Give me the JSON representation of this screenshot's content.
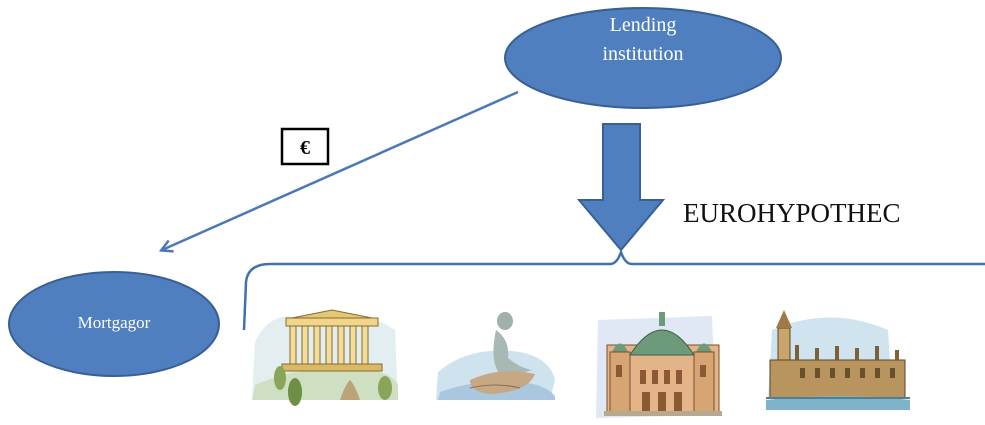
{
  "nodes": {
    "lender": {
      "line1": "Lending",
      "line2": "institution"
    },
    "mortgagor": {
      "label": "Mortgagor"
    }
  },
  "money_symbol": "€",
  "instrument_label": "EUROHYPOTHEC",
  "landmarks": [
    {
      "icon": "greek-temple-icon"
    },
    {
      "icon": "little-mermaid-statue-icon"
    },
    {
      "icon": "cathedral-icon"
    },
    {
      "icon": "parliament-icon"
    }
  ],
  "colors": {
    "node_fill": "#4f7fbf",
    "node_stroke": "#3a5f95",
    "arrow": "#4a78b8",
    "line": "#4172ad",
    "node_text": "#ffffff"
  }
}
